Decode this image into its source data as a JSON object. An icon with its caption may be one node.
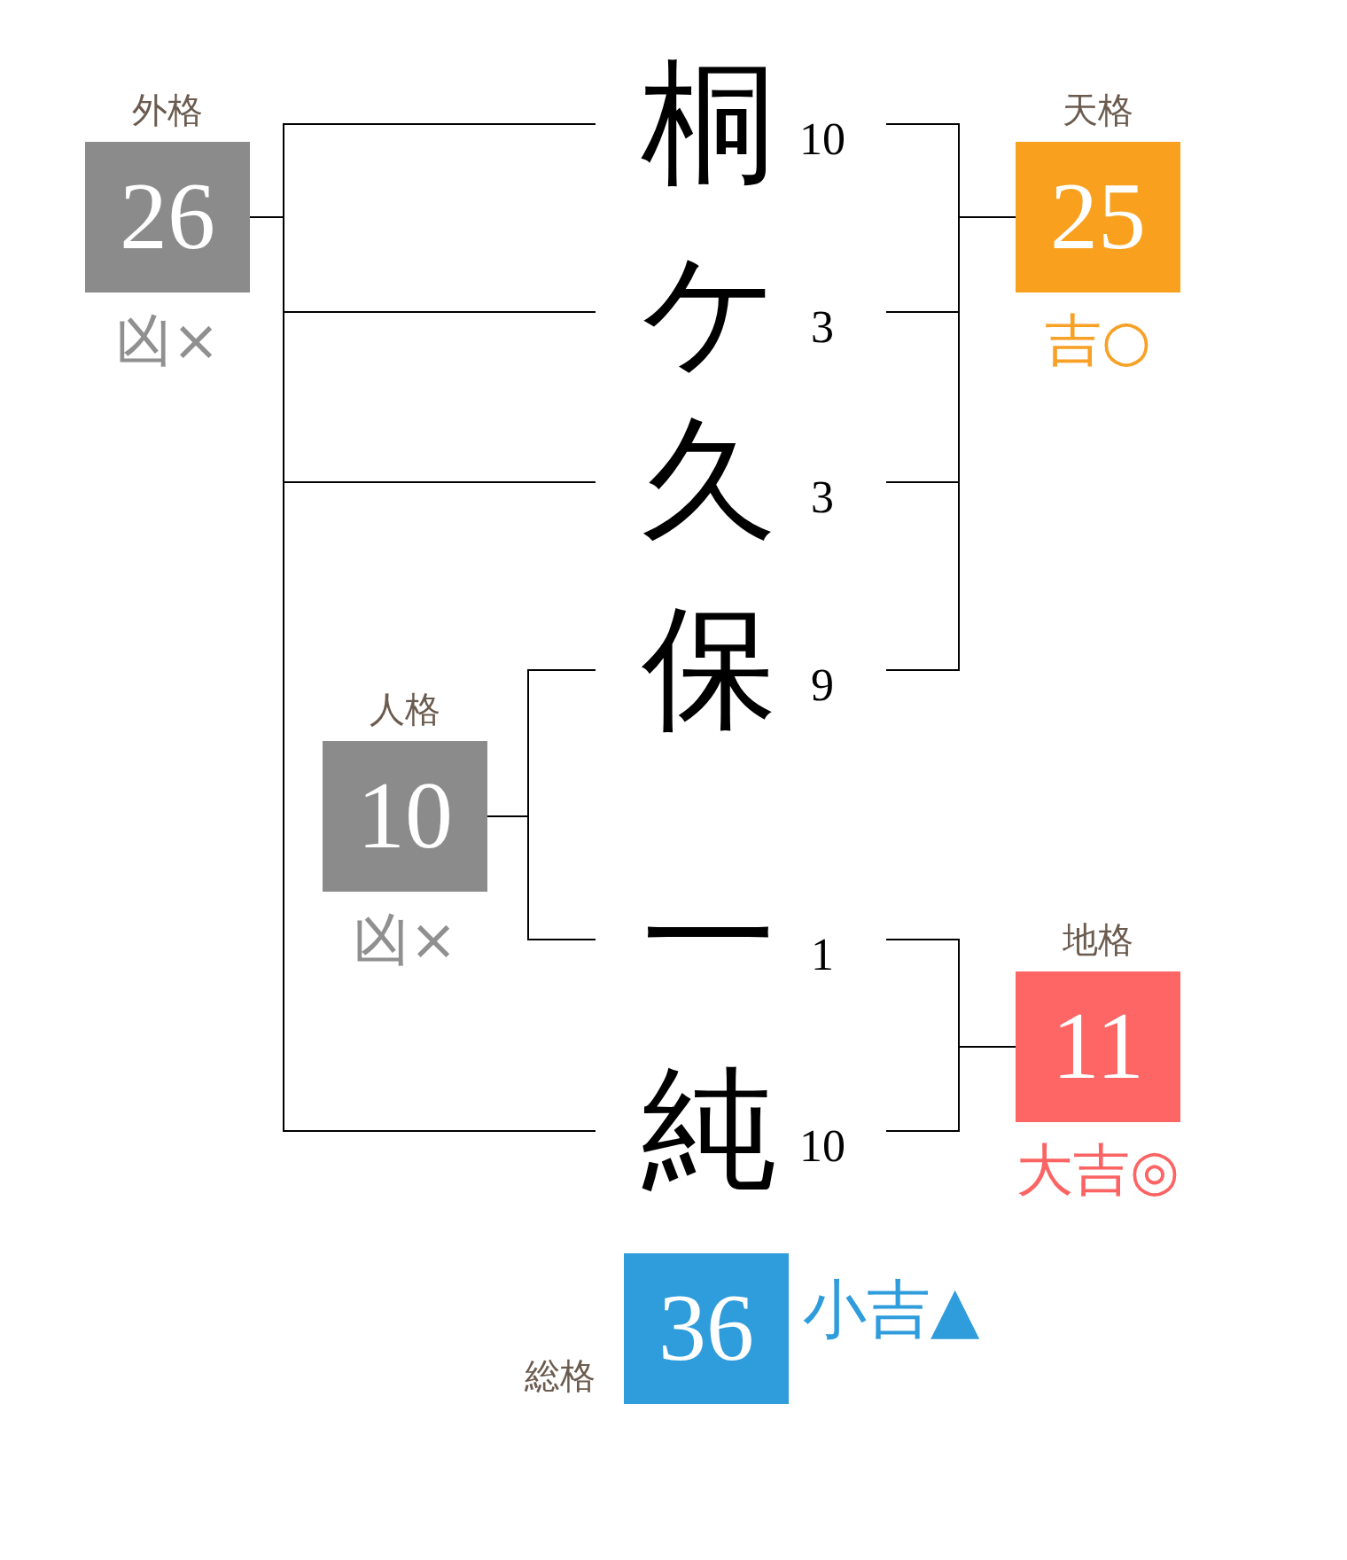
{
  "diagram": {
    "nodes": [
      {
        "text": [
          "外格",
          "26"
        ],
        "beside": [
          "凶×"
        ]
      },
      {
        "text": [
          "桐"
        ],
        "beside": [
          "10"
        ]
      },
      {
        "text": [
          "天格",
          "25"
        ],
        "beside": [
          "吉○"
        ]
      },
      {
        "text": [
          "ケ"
        ],
        "beside": [
          "3"
        ]
      },
      {
        "text": [
          "久"
        ],
        "beside": [
          "3"
        ]
      },
      {
        "text": [
          "保"
        ],
        "beside": [
          "9"
        ]
      },
      {
        "text": [
          "人格",
          "10"
        ],
        "beside": [
          "凶×"
        ]
      },
      {
        "text": [
          "一"
        ],
        "beside": [
          "1"
        ]
      },
      {
        "text": [
          "地格",
          "11"
        ],
        "beside": [
          "大吉◎"
        ]
      },
      {
        "text": [
          "純"
        ],
        "beside": [
          "10"
        ]
      },
      {
        "text": [
          "総格",
          "36"
        ],
        "beside": [
          "小吉▲"
        ]
      }
    ],
    "edges": [
      {
        "from": 0,
        "to": 1,
        "arrow": "none"
      },
      {
        "from": 0,
        "to": 3,
        "arrow": "none"
      },
      {
        "from": 0,
        "to": 4,
        "arrow": "none"
      },
      {
        "from": 0,
        "to": 9,
        "arrow": "none"
      },
      {
        "from": 2,
        "to": 1,
        "arrow": "none"
      },
      {
        "from": 2,
        "to": 3,
        "arrow": "none"
      },
      {
        "from": 2,
        "to": 4,
        "arrow": "none"
      },
      {
        "from": 2,
        "to": 5,
        "arrow": "none"
      },
      {
        "from": 6,
        "to": 5,
        "arrow": "none"
      },
      {
        "from": 6,
        "to": 7,
        "arrow": "none"
      },
      {
        "from": 8,
        "to": 7,
        "arrow": "none"
      },
      {
        "from": 8,
        "to": 9,
        "arrow": "none"
      }
    ]
  }
}
